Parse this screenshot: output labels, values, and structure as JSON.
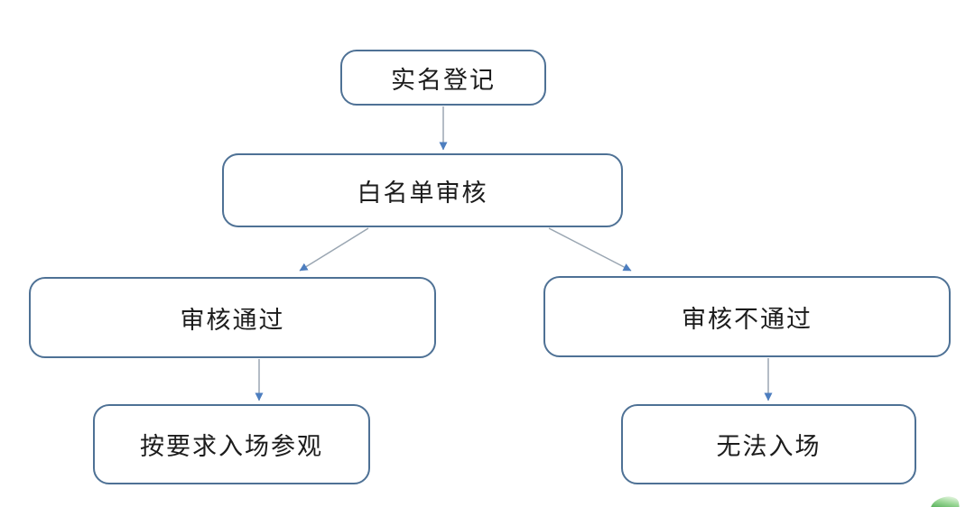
{
  "diagram": {
    "title": "entry-registration-flowchart",
    "background_color": "#ffffff",
    "node_border_color": "#4e7195",
    "node_text_color": "#1c1c1c",
    "connector_line_color": "#9aa6b2",
    "arrowhead_color": "#4d7ebf",
    "nodes": [
      {
        "id": "register",
        "label": "实名登记"
      },
      {
        "id": "whitelist-review",
        "label": "白名单审核"
      },
      {
        "id": "approved",
        "label": "审核通过"
      },
      {
        "id": "rejected",
        "label": "审核不通过"
      },
      {
        "id": "enter-visit",
        "label": "按要求入场参观"
      },
      {
        "id": "no-entry",
        "label": "无法入场"
      }
    ],
    "edges": [
      {
        "from": "register",
        "to": "whitelist-review"
      },
      {
        "from": "whitelist-review",
        "to": "approved"
      },
      {
        "from": "whitelist-review",
        "to": "rejected"
      },
      {
        "from": "approved",
        "to": "enter-visit"
      },
      {
        "from": "rejected",
        "to": "no-entry"
      }
    ]
  }
}
